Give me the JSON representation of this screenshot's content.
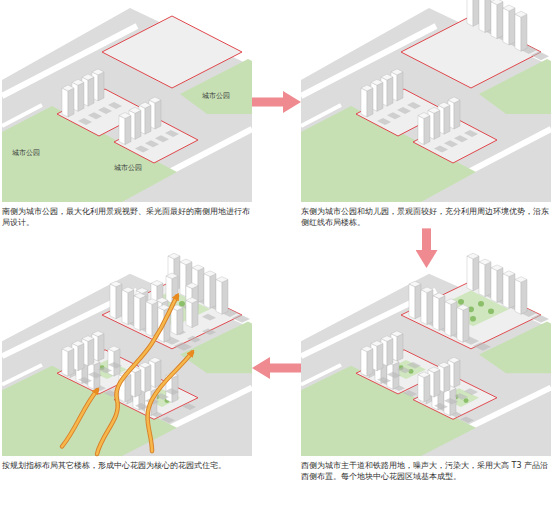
{
  "diagram": {
    "nodes": [
      {
        "text": [
          "南侧为城市公园，最大化利用景观视野、采光面最好的南侧用地进行布局设计。"
        ]
      },
      {
        "text": [
          "东侧为城市公园和幼儿园，景观面较好，充分利用周边环境优势，沿东侧红线布局楼栋。"
        ]
      },
      {
        "text": [
          "按规划指标布局其它楼栋，形成中心花园为核心的花园式住宅。"
        ]
      },
      {
        "text": [
          "西侧为城市主干道和铁路用地，噪声大，污染大，采用大高 T3 产品沿西侧布置。每个地块中心花园区域基本成型。"
        ]
      }
    ],
    "edges": [
      {
        "from": 0,
        "to": 1,
        "arrow": "to"
      },
      {
        "from": 1,
        "to": 3,
        "arrow": "to"
      },
      {
        "from": 3,
        "to": 2,
        "arrow": "to"
      }
    ],
    "labels": [
      "城市公园",
      "城市公园",
      "城市公园"
    ]
  }
}
